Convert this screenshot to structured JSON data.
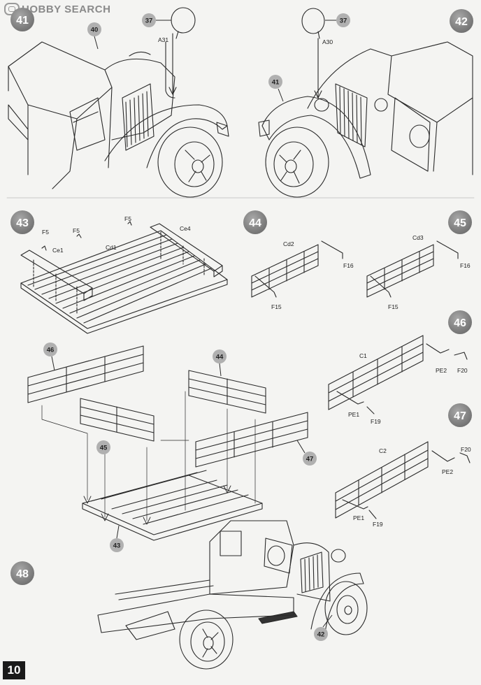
{
  "watermark": {
    "text": "HOBBY SEARCH"
  },
  "page": {
    "number": "10"
  },
  "steps": [
    {
      "number": "41"
    },
    {
      "number": "42"
    },
    {
      "number": "43"
    },
    {
      "number": "44"
    },
    {
      "number": "45"
    },
    {
      "number": "46"
    },
    {
      "number": "47"
    },
    {
      "number": "48"
    }
  ],
  "part_callouts": {
    "s41_headlight": "37",
    "s41_fender": "40",
    "s42_headlight": "37",
    "s42_fender": "41",
    "s48_body": "42",
    "s48_bed": "43",
    "s48_side44": "44",
    "s48_side45": "45",
    "s48_side46": "46",
    "s48_side47": "47"
  },
  "part_labels": {
    "s41_a31": "A31",
    "s42_a30": "A30",
    "s43_f5a": "F5",
    "s43_f5b": "F5",
    "s43_f5c": "F5",
    "s43_ce1": "Ce1",
    "s43_cd1": "Cd1",
    "s43_ce4": "Ce4",
    "s44_cd2": "Cd2",
    "s44_f16": "F16",
    "s44_f15": "F15",
    "s45_cd3": "Cd3",
    "s45_f16": "F16",
    "s45_f15": "F15",
    "s46_c1": "C1",
    "s46_pe2": "PE2",
    "s46_f20": "F20",
    "s46_pe1": "PE1",
    "s46_f19": "F19",
    "s47_c2": "C2",
    "s47_f20": "F20",
    "s47_pe2": "PE2",
    "s47_pe1": "PE1",
    "s47_f19": "F19"
  },
  "colors": {
    "step_badge": "#7a7a7a",
    "callout_badge": "#b0b0b0",
    "line": "#2a2a2a",
    "paper": "#f4f4f2",
    "page_badge": "#1a1a1a"
  }
}
